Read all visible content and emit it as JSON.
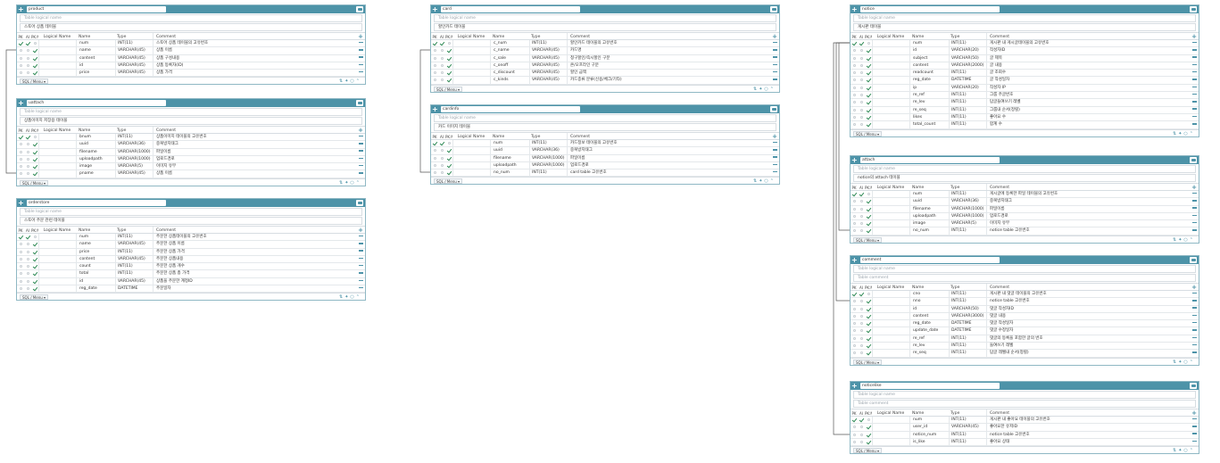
{
  "labels": {
    "pk": "PK",
    "ai": "AI",
    "pknull": "PK:Null",
    "logical": "Logical Name",
    "name": "Name",
    "type": "Type",
    "comment": "Comment",
    "sql_menu": "SQL / Menu ▾",
    "table_logical_placeholder": "Table logical name",
    "table_comment_placeholder": "Table comment"
  },
  "tables": [
    {
      "id": "product",
      "name": "product",
      "logical": "",
      "comment": "스토어 상품 테이블",
      "columns": [
        {
          "n": "num",
          "t": "INT(11)",
          "c": "스토어 상품 테이블의 고유번호",
          "pk": true,
          "ai": true
        },
        {
          "n": "name",
          "t": "VARCHAR(45)",
          "c": "상품 이름",
          "nn": true
        },
        {
          "n": "content",
          "t": "VARCHAR(45)",
          "c": "상품 구성내용",
          "nn": true
        },
        {
          "n": "id",
          "t": "VARCHAR(45)",
          "c": "상품 등록자(ID)",
          "nn": true
        },
        {
          "n": "price",
          "t": "VARCHAR(45)",
          "c": "상품 가격",
          "nn": true
        }
      ]
    },
    {
      "id": "uattach",
      "name": "uattach",
      "logical": "",
      "comment": "상품이미지 저장용 테이블",
      "columns": [
        {
          "n": "bnum",
          "t": "INT(11)",
          "c": "상품이미지 테이블의 고유번호",
          "pk": true,
          "ai": true
        },
        {
          "n": "uuid",
          "t": "VARCHAR(36)",
          "c": "중복방지태그",
          "nn": true
        },
        {
          "n": "filename",
          "t": "VARCHAR(1000)",
          "c": "파일이름",
          "nn": true
        },
        {
          "n": "uploadpath",
          "t": "VARCHAR(1000)",
          "c": "업로드경로",
          "nn": true
        },
        {
          "n": "image",
          "t": "VARCHAR(5)",
          "c": "이미지 유무",
          "nn": true
        },
        {
          "n": "pname",
          "t": "VARCHAR(45)",
          "c": "상품 이름",
          "nn": true
        }
      ]
    },
    {
      "id": "orderstore",
      "name": "orderstore",
      "logical": "",
      "comment": "스토어 주문 관련 테이블",
      "columns": [
        {
          "n": "num",
          "t": "INT(11)",
          "c": "주문한 상품테이블의 고유번호",
          "pk": true,
          "ai": true
        },
        {
          "n": "name",
          "t": "VARCHAR(45)",
          "c": "주문한 상품 이름",
          "nn": true
        },
        {
          "n": "price",
          "t": "INT(11)",
          "c": "주문한 상품 가격",
          "nn": true
        },
        {
          "n": "content",
          "t": "VARCHAR(45)",
          "c": "주문한 상품내용",
          "nn": true
        },
        {
          "n": "count",
          "t": "INT(11)",
          "c": "주문한 상품 개수",
          "nn": true
        },
        {
          "n": "total",
          "t": "INT(11)",
          "c": "주문한 상품 총 가격",
          "nn": true
        },
        {
          "n": "id",
          "t": "VARCHAR(45)",
          "c": "상품을 주문한 계정ID",
          "nn": true
        },
        {
          "n": "reg_date",
          "t": "DATETIME",
          "c": "주문일자",
          "nn": true
        }
      ]
    },
    {
      "id": "card",
      "name": "card",
      "logical": "",
      "comment": "할인카드 테이블",
      "columns": [
        {
          "n": "c_num",
          "t": "INT(11)",
          "c": "할인카드 테이블의 고유번호",
          "pk": true,
          "ai": true
        },
        {
          "n": "c_name",
          "t": "VARCHAR(45)",
          "c": "카드명",
          "nn": true
        },
        {
          "n": "c_sale",
          "t": "VARCHAR(45)",
          "c": "청구할인/즉시할인 구분",
          "nn": true
        },
        {
          "n": "c_onoff",
          "t": "VARCHAR(45)",
          "c": "온/오프라인 구분",
          "nn": true
        },
        {
          "n": "c_discount",
          "t": "VARCHAR(45)",
          "c": "할인 금액",
          "nn": true
        },
        {
          "n": "c_kinds",
          "t": "VARCHAR(45)",
          "c": "카드종류 분류(신용/체크/기타)",
          "nn": true
        }
      ]
    },
    {
      "id": "cardinfo",
      "name": "cardinfo",
      "logical": "",
      "comment": "카드 이미지 테이블",
      "columns": [
        {
          "n": "num",
          "t": "INT(11)",
          "c": "카드정보 테이블의 고유번호",
          "pk": true,
          "ai": true
        },
        {
          "n": "uuid",
          "t": "VARCHAR(36)",
          "c": "중복방지태그",
          "nn": true
        },
        {
          "n": "filename",
          "t": "VARCHAR(1000)",
          "c": "파일이름",
          "nn": true
        },
        {
          "n": "uploadpath",
          "t": "VARCHAR(1000)",
          "c": "업로드경로",
          "nn": true
        },
        {
          "n": "no_num",
          "t": "INT(11)",
          "c": "card table 고유번호",
          "nn": true
        }
      ]
    },
    {
      "id": "notice",
      "name": "notice",
      "logical": "",
      "comment": "게시판 테이블",
      "columns": [
        {
          "n": "num",
          "t": "INT(11)",
          "c": "게시판 내 게시글테이블의 고유번호",
          "pk": true,
          "ai": true
        },
        {
          "n": "id",
          "t": "VARCHAR(20)",
          "c": "작성자ID",
          "nn": true
        },
        {
          "n": "subject",
          "t": "VARCHAR(50)",
          "c": "글 제목",
          "nn": true
        },
        {
          "n": "content",
          "t": "VARCHAR(2000)",
          "c": "글 내용",
          "nn": true
        },
        {
          "n": "readcount",
          "t": "INT(11)",
          "c": "글 조회수",
          "nn": true
        },
        {
          "n": "reg_date",
          "t": "DATETIME",
          "c": "글 작성일자",
          "nn": true
        },
        {
          "n": "ip",
          "t": "VARCHAR(20)",
          "c": "작성자 IP",
          "nn": true
        },
        {
          "n": "re_ref",
          "t": "INT(11)",
          "c": "그룹 주글번호",
          "nn": true
        },
        {
          "n": "re_lev",
          "t": "INT(11)",
          "c": "답글들여쓰기 레벨",
          "nn": true
        },
        {
          "n": "re_seq",
          "t": "INT(11)",
          "c": "그룹내 순서(정렬)",
          "nn": true
        },
        {
          "n": "likes",
          "t": "INT(11)",
          "c": "좋아요 수",
          "nn": true
        },
        {
          "n": "total_count",
          "t": "INT(11)",
          "c": "합계 수",
          "nn": true
        }
      ]
    },
    {
      "id": "attach",
      "name": "attach",
      "logical": "",
      "comment": "notice의 attach 테이블",
      "columns": [
        {
          "n": "num",
          "t": "INT(11)",
          "c": "게시글에 등록한 파일 테이블의 고유번호",
          "pk": true,
          "ai": true
        },
        {
          "n": "uuid",
          "t": "VARCHAR(36)",
          "c": "중복방지태그",
          "nn": true
        },
        {
          "n": "filename",
          "t": "VARCHAR(1000)",
          "c": "파일이름",
          "nn": true
        },
        {
          "n": "uploadpath",
          "t": "VARCHAR(1000)",
          "c": "업로드경로",
          "nn": true
        },
        {
          "n": "image",
          "t": "VARCHAR(5)",
          "c": "이미지 유무",
          "nn": true
        },
        {
          "n": "no_num",
          "t": "INT(11)",
          "c": "notice table 고유번호",
          "nn": true
        }
      ]
    },
    {
      "id": "comment",
      "name": "comment",
      "logical": "",
      "comment": "",
      "columns": [
        {
          "n": "cno",
          "t": "INT(11)",
          "c": "게시판 내 댓글 테이블의 고유번호",
          "pk": true,
          "ai": true
        },
        {
          "n": "nno",
          "t": "INT(11)",
          "c": "notice table 고유번호",
          "nn": true
        },
        {
          "n": "id",
          "t": "VARCHAR(50)",
          "c": "댓글 작성자ID",
          "nn": true
        },
        {
          "n": "content",
          "t": "VARCHAR(3000)",
          "c": "댓글 내용",
          "nn": true
        },
        {
          "n": "reg_date",
          "t": "DATETIME",
          "c": "댓글 작성일자",
          "nn": true
        },
        {
          "n": "update_date",
          "t": "DATETIME",
          "c": "댓글 수정일자",
          "nn": true
        },
        {
          "n": "re_ref",
          "t": "INT(11)",
          "c": "댓글의 등록을 포함한 글의 번호",
          "nn": true
        },
        {
          "n": "re_lev",
          "t": "INT(11)",
          "c": "들여쓰기 레벨",
          "nn": true
        },
        {
          "n": "re_seq",
          "t": "INT(11)",
          "c": "답글 레벨내 순서(정렬)",
          "nn": true
        }
      ]
    },
    {
      "id": "noticelike",
      "name": "noticelike",
      "logical": "",
      "comment": "",
      "columns": [
        {
          "n": "num",
          "t": "INT(11)",
          "c": "게시판 내 좋아요 테이블의 고유번호",
          "pk": true,
          "ai": true
        },
        {
          "n": "user_id",
          "t": "VARCHAR(45)",
          "c": "좋아요한 유저ID",
          "nn": true
        },
        {
          "n": "notice_num",
          "t": "INT(11)",
          "c": "notice table 고유번호",
          "nn": true
        },
        {
          "n": "is_like",
          "t": "INT(11)",
          "c": "좋아요 상태",
          "nn": true
        }
      ]
    }
  ]
}
